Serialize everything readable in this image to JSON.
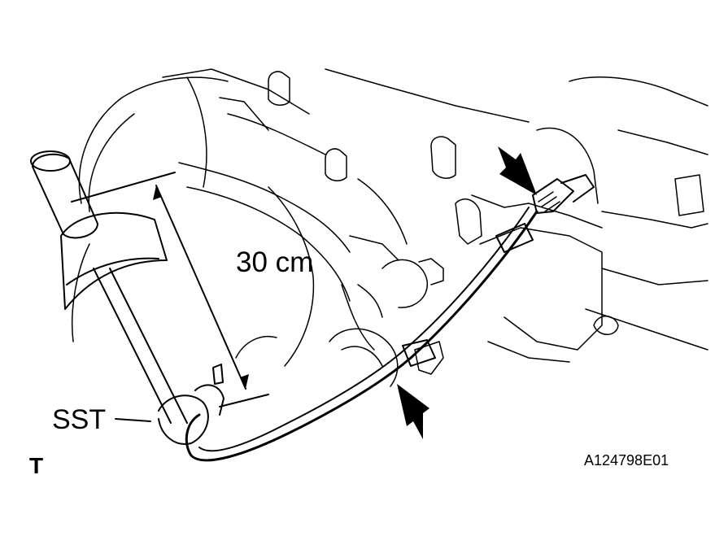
{
  "labels": {
    "distance": "30 cm",
    "tool": "SST",
    "corner_mark": "T",
    "figure_code": "A124798E01"
  },
  "colors": {
    "line": "#000000",
    "background": "#ffffff"
  },
  "icons": [
    "arrow-icon"
  ]
}
